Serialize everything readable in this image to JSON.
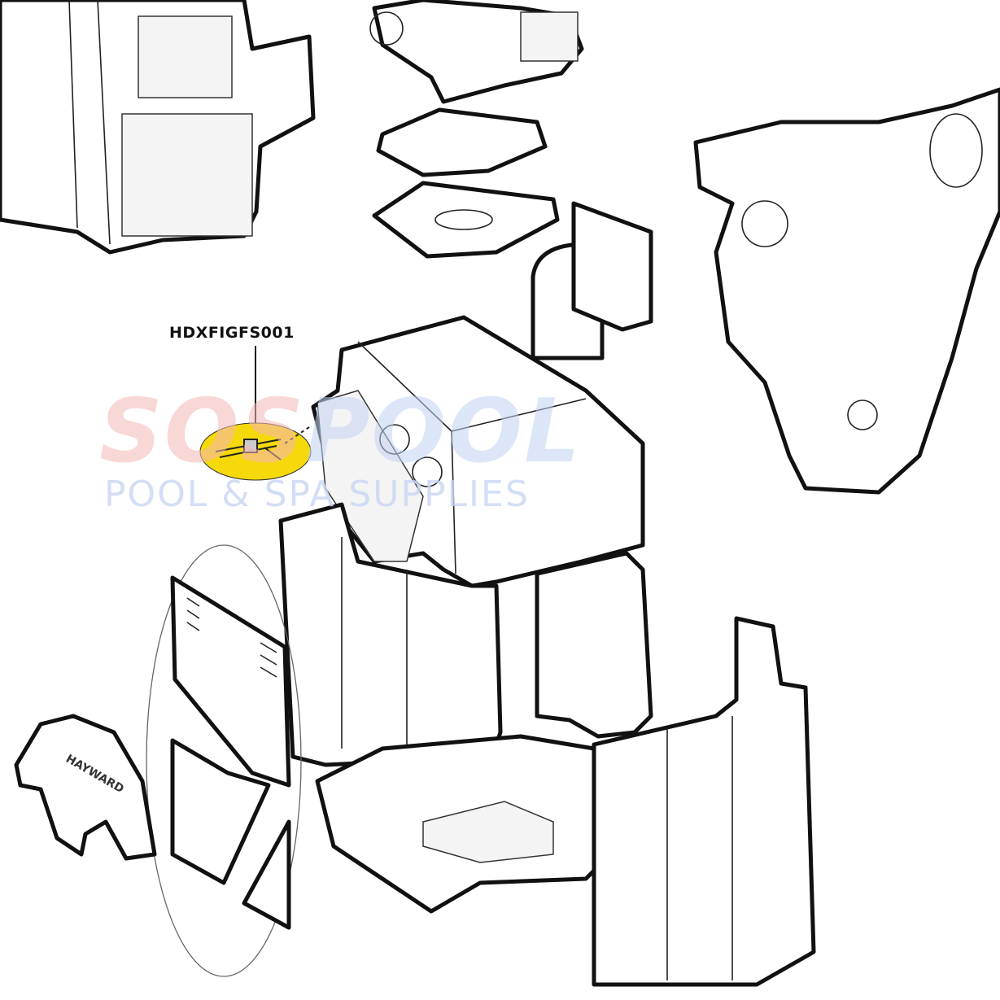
{
  "callout": {
    "part_number": "HDXFIGFS001",
    "highlight_color": "#f5d90a"
  },
  "watermark": {
    "brand_left": "SOS",
    "brand_right": "POOL",
    "tagline": "POOL & SPA SUPPLIES",
    "color_left": "#f4b8b8",
    "color_right": "#c3d2f3"
  },
  "logos": {
    "cover_brand": "HAYWARD"
  }
}
